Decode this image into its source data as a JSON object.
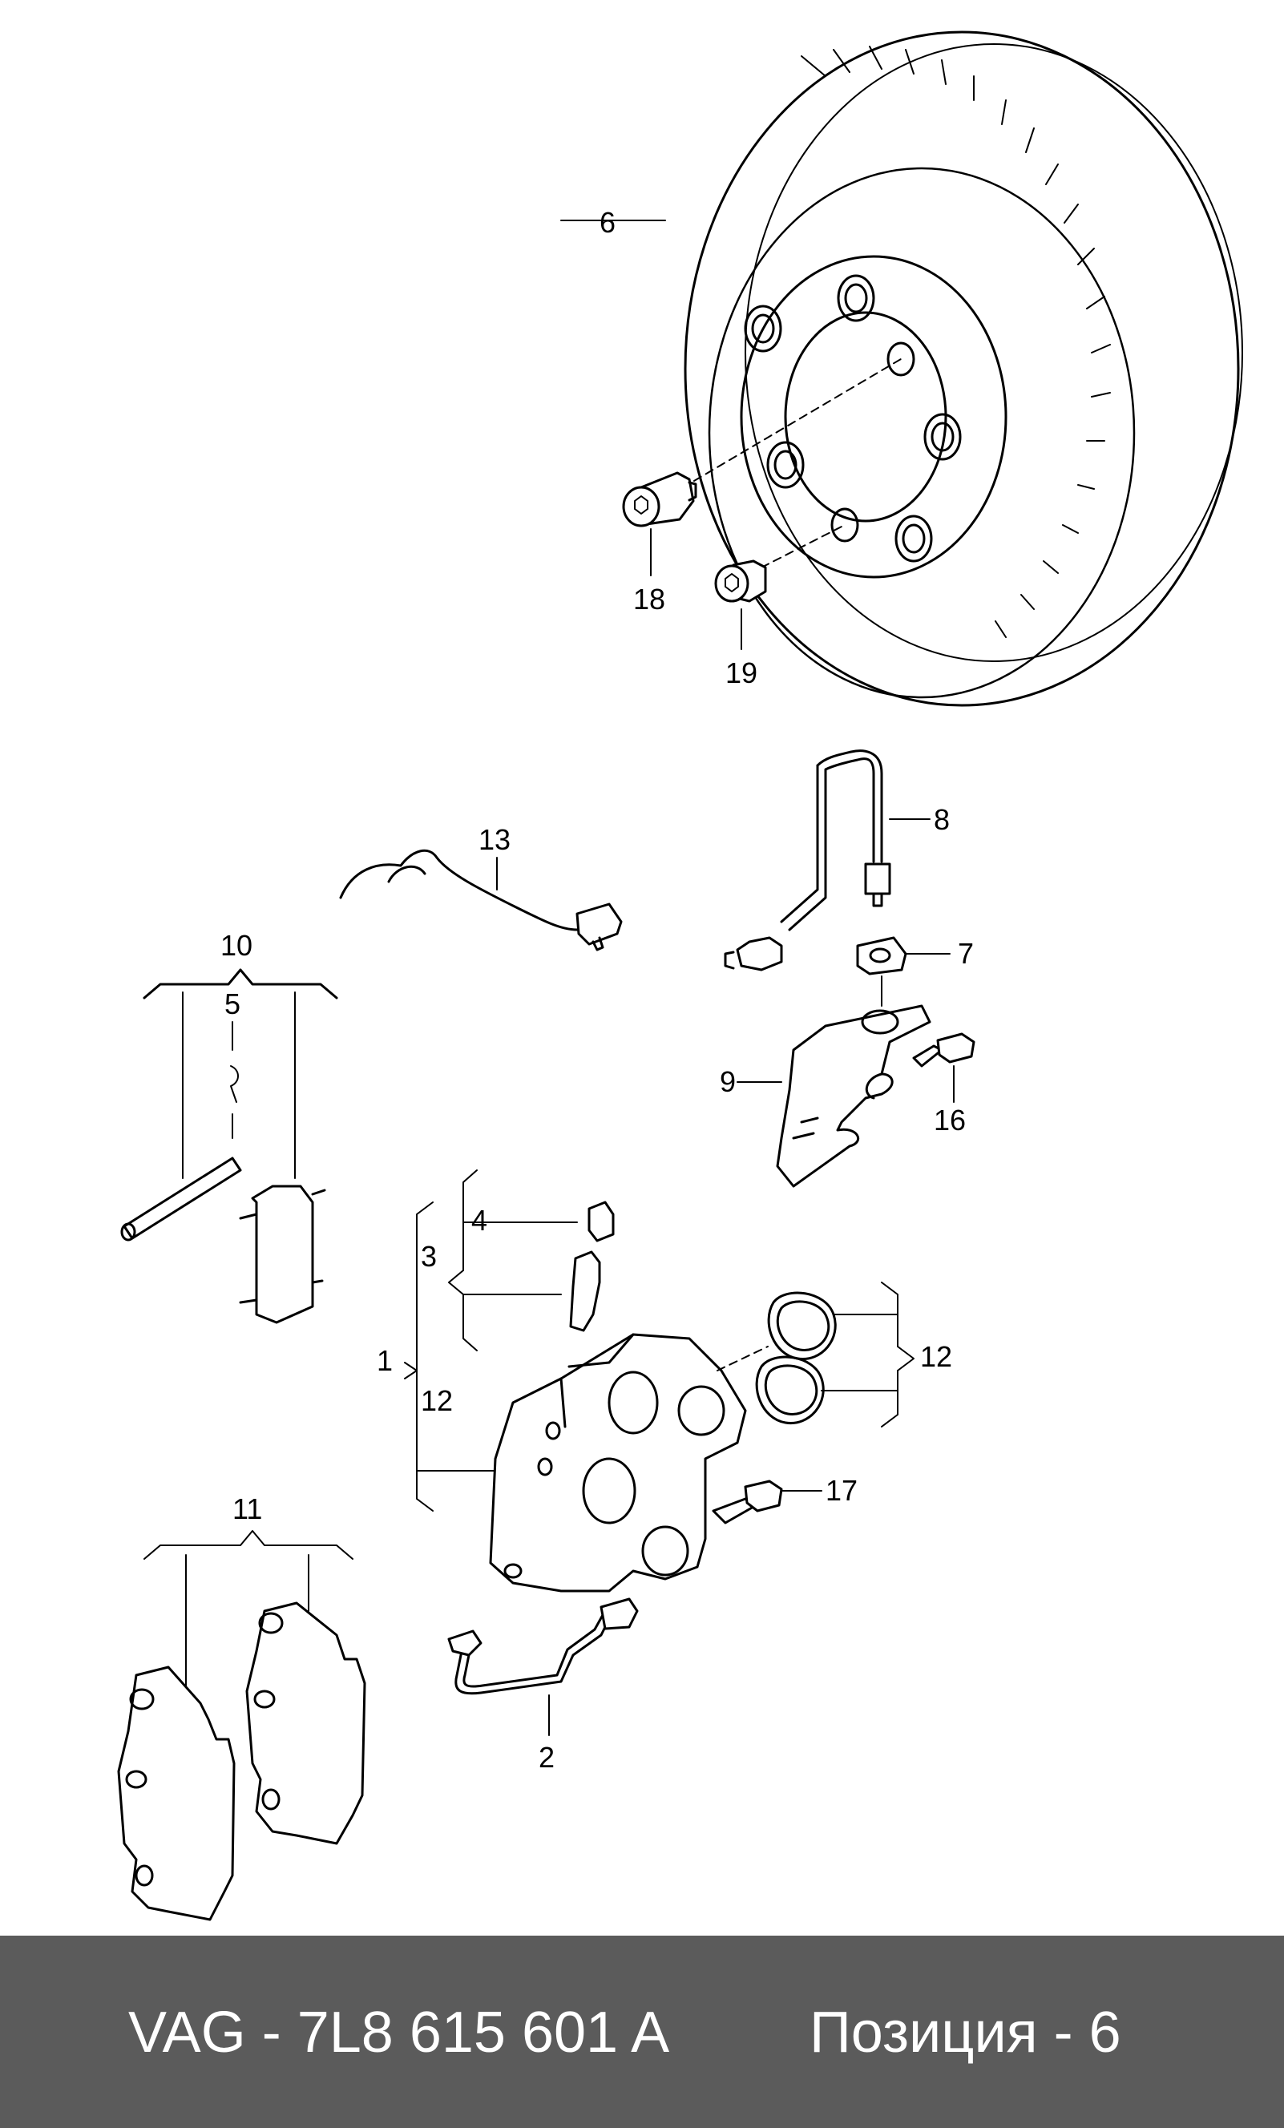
{
  "labels": {
    "l1": "1",
    "l2": "2",
    "l3": "3",
    "l4": "4",
    "l5": "5",
    "l6": "6",
    "l7": "7",
    "l8": "8",
    "l9": "9",
    "l10": "10",
    "l11": "11",
    "l12a": "12",
    "l12b": "12",
    "l13": "13",
    "l16": "16",
    "l17": "17",
    "l18": "18",
    "l19": "19"
  },
  "footer": {
    "part_number": "VAG - 7L8 615 601 A",
    "position": "Позиция - 6"
  },
  "colors": {
    "footer_bg": "#5b5b5b",
    "footer_text": "#ffffff",
    "line": "#000000"
  }
}
